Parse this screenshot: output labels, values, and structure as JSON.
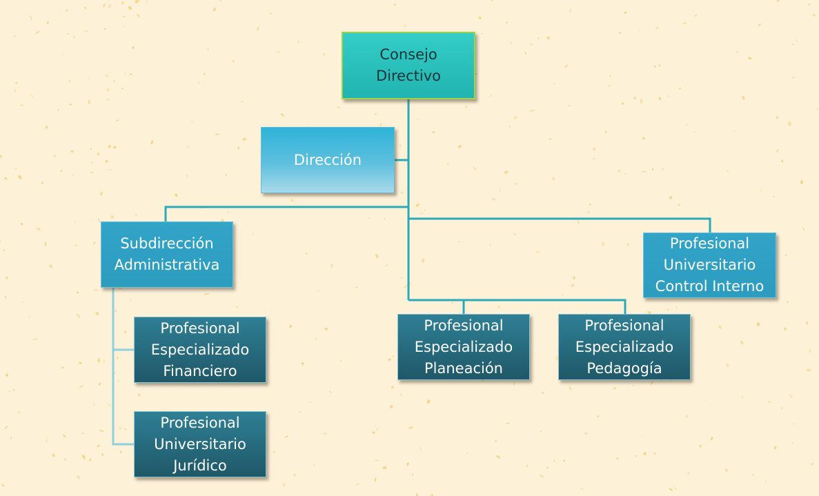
{
  "chart": {
    "nodes": {
      "consejo": "Consejo\nDirectivo",
      "direccion": "Dirección",
      "subdireccion": "Subdirección\nAdministrativa",
      "control_interno": "Profesional\nUniversitario\nControl Interno",
      "financiero": "Profesional\nEspecializado\nFinanciero",
      "juridico": "Profesional\nUniversitario\nJurídico",
      "planeacion": "Profesional\nEspecializado\nPlaneación",
      "pedagogia": "Profesional\nEspecializado\nPedagogía"
    }
  },
  "colors": {
    "background": "#fdf1d8",
    "speckle": "#f3cf72",
    "connector": "#2aa9b9",
    "connector_light": "#8fd0de",
    "top_box": "#2dc3bd",
    "top_border": "#9fd14a",
    "light_box": "#32a4c7",
    "dark_box": "#236a7e"
  }
}
